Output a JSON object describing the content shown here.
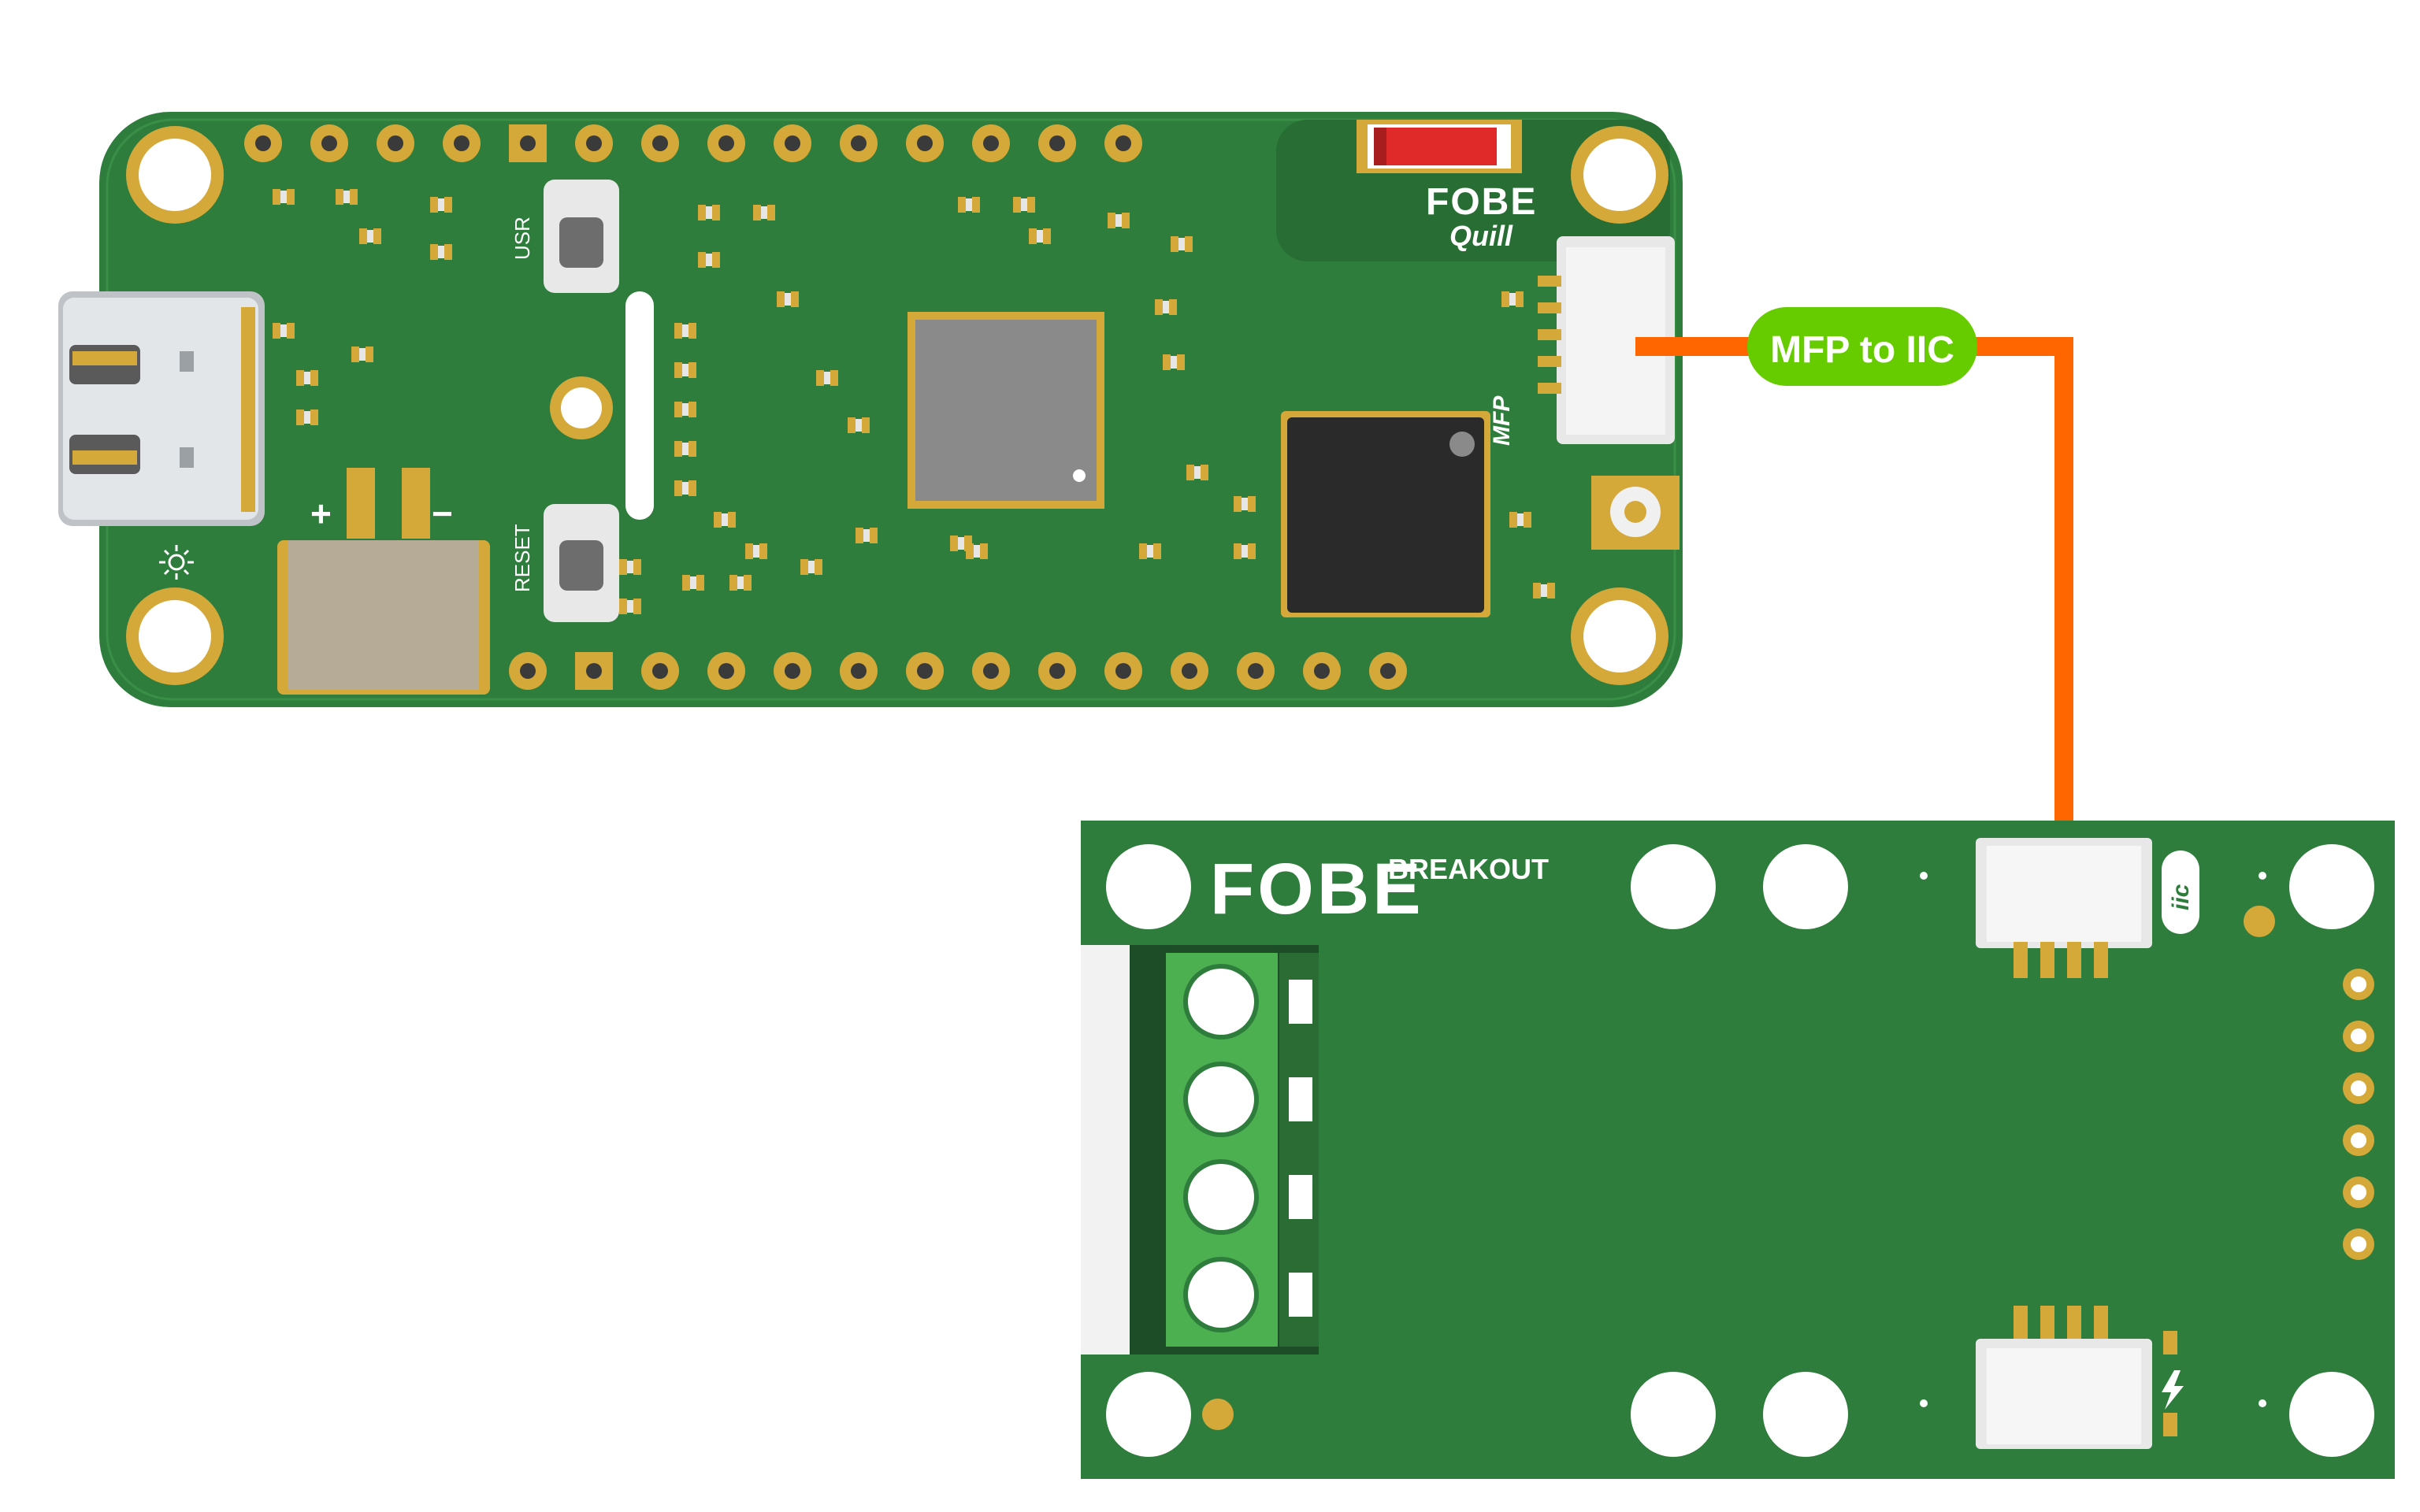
{
  "main_board": {
    "brand": "FOBE",
    "model": "Quill",
    "button_usr": "USR",
    "button_reset": "RESET",
    "connector_label": "MFP",
    "battery_plus": "+",
    "battery_minus": "−",
    "led_icon": "sun-icon"
  },
  "breakout_board": {
    "brand": "FOBE",
    "model": "BREAKOUT",
    "connector_label": "iic",
    "power_icon": "lightning-icon"
  },
  "cable": {
    "label": "MFP to IIC",
    "color": "#ff6600",
    "label_bg": "#66cc00"
  },
  "colors": {
    "pcb_green": "#2e7d3c",
    "pad_gold": "#d4a93a",
    "terminal_green": "#4caf50"
  }
}
